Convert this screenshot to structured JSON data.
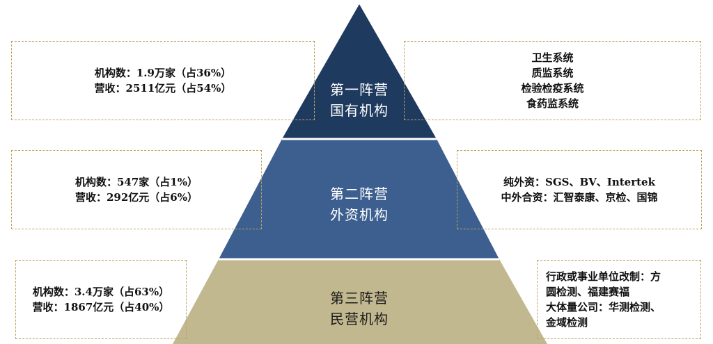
{
  "colors": {
    "tier1": "#1f3a5f",
    "tier2": "#3d5f8f",
    "tier3": "#c2b88f",
    "separator": "#ffffff",
    "box_border": "#c0a35e"
  },
  "tiers": [
    {
      "name_line1": "第一阵营",
      "name_line2": "国有机构",
      "stats": {
        "count": "机构数：1.9万家（占36%）",
        "revenue": "营收：2511亿元（占54%）"
      },
      "examples": [
        "卫生系统",
        "质监系统",
        "检验检疫系统",
        "食药监系统"
      ]
    },
    {
      "name_line1": "第二阵营",
      "name_line2": "外资机构",
      "stats": {
        "count": "机构数：547家（占1%）",
        "revenue": "营收：292亿元（占6%）"
      },
      "examples": [
        "纯外资：SGS、BV、Intertek",
        "中外合资：汇智泰康、京检、国锦"
      ]
    },
    {
      "name_line1": "第三阵营",
      "name_line2": "民营机构",
      "stats": {
        "count": "机构数：3.4万家（占63%）",
        "revenue": "营收：1867亿元（占40%）"
      },
      "examples": [
        "行政或事业单位改制：方",
        "圆检测、福建赛福",
        "大体量公司：华测检测、",
        "金域检测"
      ]
    }
  ]
}
